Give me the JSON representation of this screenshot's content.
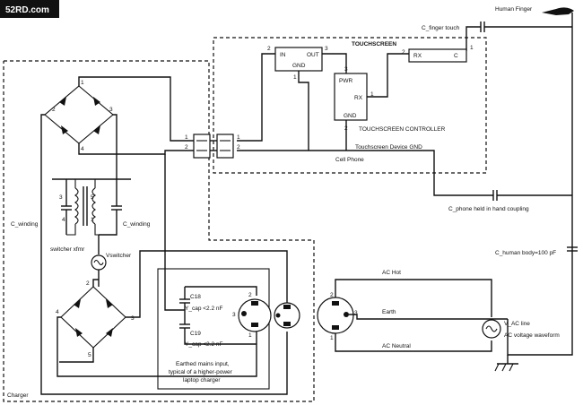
{
  "watermark": "52RD.com",
  "labels": {
    "human_finger": "Human Finger",
    "c_finger_touch": "C_finger touch",
    "touchscreen": "TOUCHSCREEN",
    "in": "IN",
    "out": "OUT",
    "gnd": "GND",
    "rx": "RX",
    "c": "C",
    "pwr": "PWR",
    "touchscreen_controller": "TOUCHSCREEN CONTROLLER",
    "touchscreen_device_gnd": "Touchscreen Device GND",
    "cell_phone": "Cell Phone",
    "c_phone_held": "C_phone held in hand coupling",
    "c_human_body": "C_human body=100 pF",
    "c_winding_left": "C_winding",
    "c_winding_right": "C_winding",
    "switcher_xfmr": "switcher xfmr",
    "vswitcher": "Vswitcher",
    "c18": "C18",
    "c18_val": "Y_cap <2.2 nF",
    "c19": "C19",
    "c19_val": "Y_cap <2.2 nF",
    "earthed_note_1": "Earthed mains input,",
    "earthed_note_2": "typical of a higher-power",
    "earthed_note_3": "laptop charger",
    "charger": "Charger",
    "ac_hot": "AC Hot",
    "earth": "Earth",
    "ac_neutral": "AC Neutral",
    "v_ac_line": "V_AC line",
    "ac_voltage_waveform": "AC voltage waveform"
  },
  "pins": {
    "n1": "1",
    "n2": "2",
    "n3": "3",
    "n4": "4",
    "n5": "5"
  }
}
